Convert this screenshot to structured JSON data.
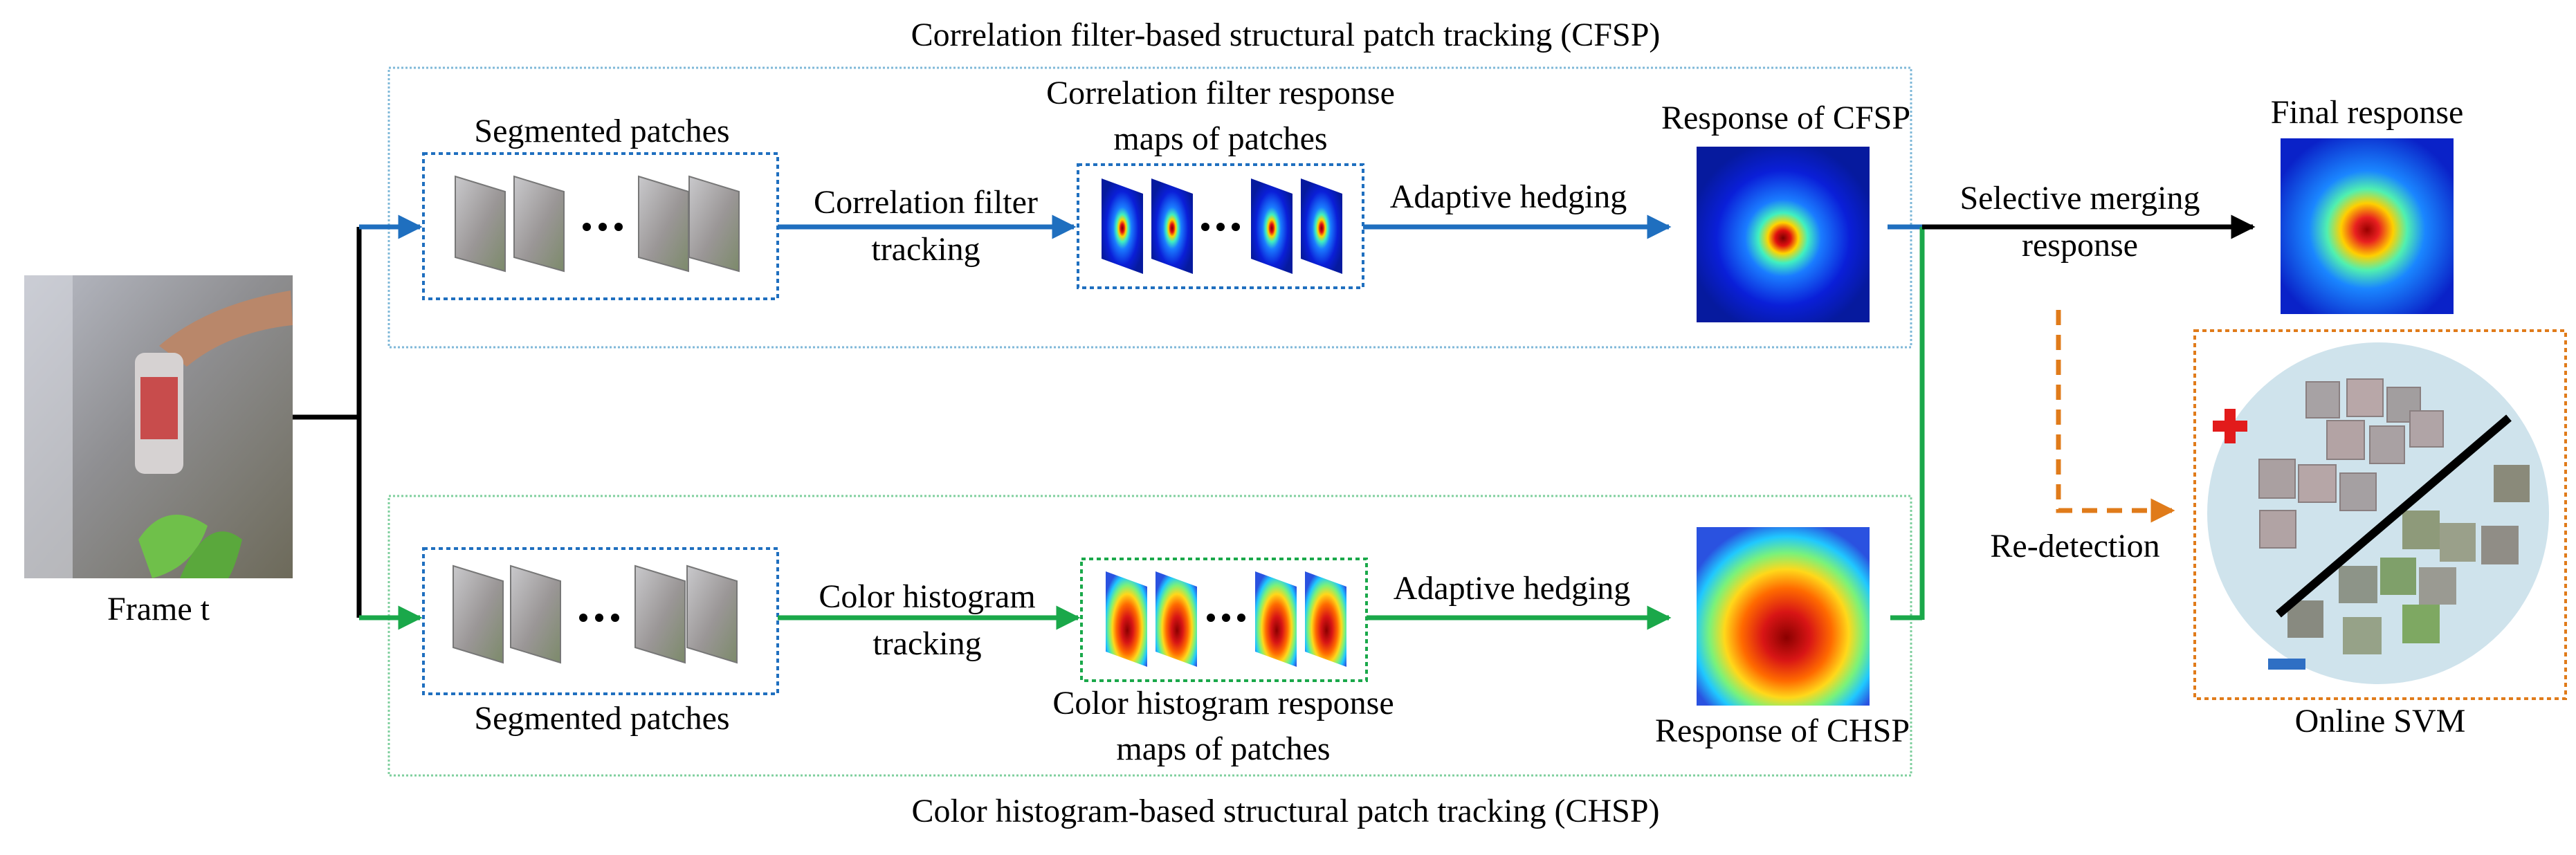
{
  "cfsp_title": "Correlation filter-based structural patch tracking (CFSP)",
  "chsp_title": "Color histogram-based structural patch tracking (CHSP)",
  "frame_label": "Frame t",
  "cfsp": {
    "patches_label": "Segmented patches",
    "tracking_line1": "Correlation filter",
    "tracking_line2": "tracking",
    "maps_line1": "Correlation filter response",
    "maps_line2": "maps of patches",
    "hedging_label": "Adaptive hedging",
    "response_label": "Response of CFSP"
  },
  "chsp": {
    "patches_label": "Segmented patches",
    "tracking_line1": "Color histogram",
    "tracking_line2": "tracking",
    "maps_line1": "Color histogram response",
    "maps_line2": "maps of patches",
    "hedging_label": "Adaptive hedging",
    "response_label": "Response of CHSP"
  },
  "merge_line1": "Selective merging",
  "merge_line2": "response",
  "final_label": "Final response",
  "redetect_label": "Re-detection",
  "svm_label": "Online SVM",
  "colors": {
    "cfsp_arrow": "#1f6fbf",
    "chsp_arrow": "#1aa84a",
    "merge_arrow": "#000000",
    "redetect_arrow": "#e07b1a",
    "svm_box": "#e07b1a",
    "svm_disc": "#cfe3ec",
    "plus_mark": "#e21b1b",
    "minus_mark": "#2f6fc4"
  }
}
